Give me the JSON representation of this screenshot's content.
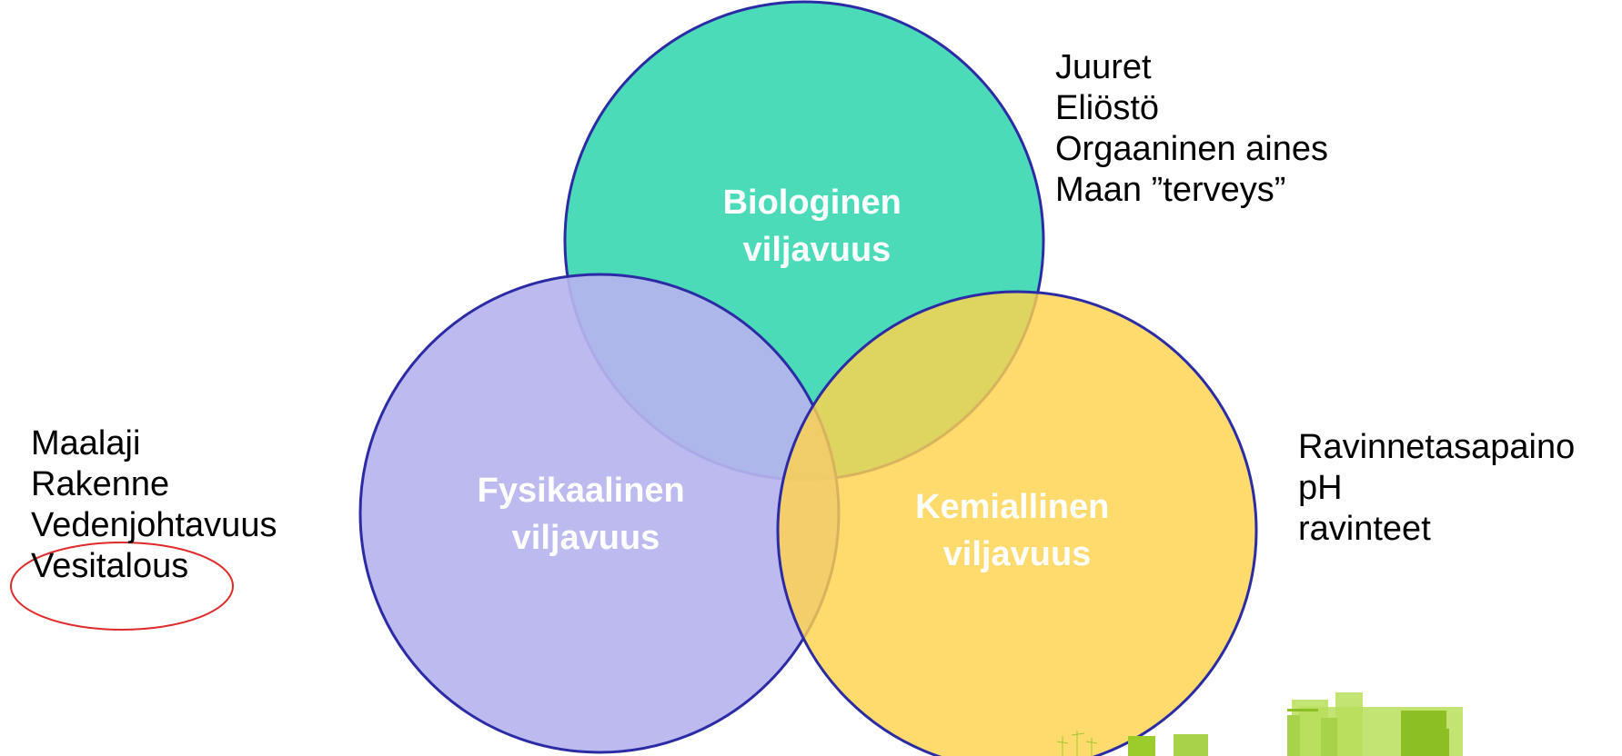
{
  "colors": {
    "biological": "#4cdbb8",
    "physical": "#bcbcf0",
    "chemical": "#ffd24d",
    "circle_outline": "#2b2ba6",
    "highlight_ellipse": "#e02a2a",
    "logo_green": "#9ccb2c"
  },
  "circles": [
    {
      "id": "biological",
      "label_lines": [
        "Biologinen",
        "viljavuus"
      ]
    },
    {
      "id": "physical",
      "label_lines": [
        "Fysikaalinen",
        "viljavuus"
      ]
    },
    {
      "id": "chemical",
      "label_lines": [
        "Kemiallinen",
        "viljavuus"
      ]
    }
  ],
  "lists": {
    "biological": [
      "Juuret",
      "Eliöstö",
      "Orgaaninen aines",
      "Maan ”terveys”"
    ],
    "physical": [
      "Maalaji",
      "Rakenne",
      "Vedenjohtavuus",
      "Vesitalous"
    ],
    "chemical": [
      "Ravinnetasapaino",
      "pH",
      "ravinteet"
    ]
  },
  "highlighted_item": "Vesitalous",
  "icons": [
    "city-skyline-logo-icon"
  ]
}
